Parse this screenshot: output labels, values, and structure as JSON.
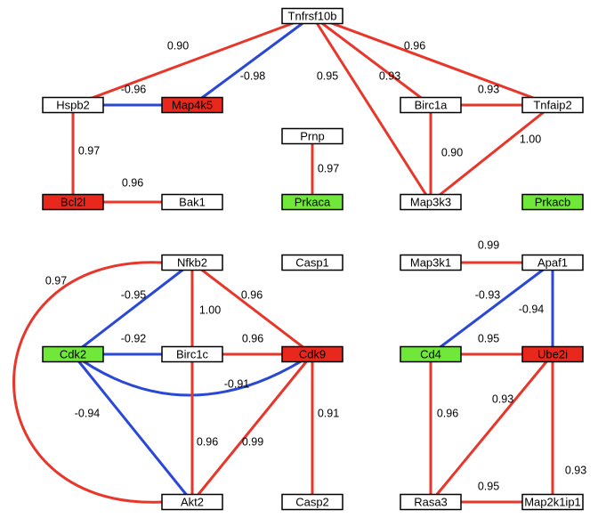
{
  "colors": {
    "positive_edge": "#e8372a",
    "negative_edge": "#2a48d8",
    "node_default": "#ffffff",
    "node_red": "#e8281c",
    "node_green": "#6fe83a"
  },
  "nodes": [
    {
      "id": "tnfrsf10b",
      "label": "Tnfrsf10b",
      "fill": "white"
    },
    {
      "id": "hspb2",
      "label": "Hspb2",
      "fill": "white"
    },
    {
      "id": "map4k5",
      "label": "Map4k5",
      "fill": "red"
    },
    {
      "id": "birc1a",
      "label": "Birc1a",
      "fill": "white"
    },
    {
      "id": "tnfaip2",
      "label": "Tnfaip2",
      "fill": "white"
    },
    {
      "id": "prnp",
      "label": "Prnp",
      "fill": "white"
    },
    {
      "id": "bcl2l",
      "label": "Bcl2l",
      "fill": "red"
    },
    {
      "id": "bak1",
      "label": "Bak1",
      "fill": "white"
    },
    {
      "id": "prkaca",
      "label": "Prkaca",
      "fill": "green"
    },
    {
      "id": "map3k3",
      "label": "Map3k3",
      "fill": "white"
    },
    {
      "id": "prkacb",
      "label": "Prkacb",
      "fill": "green"
    },
    {
      "id": "nfkb2",
      "label": "Nfkb2",
      "fill": "white"
    },
    {
      "id": "casp1",
      "label": "Casp1",
      "fill": "white"
    },
    {
      "id": "map3k1",
      "label": "Map3k1",
      "fill": "white"
    },
    {
      "id": "apaf1",
      "label": "Apaf1",
      "fill": "white"
    },
    {
      "id": "cdk2",
      "label": "Cdk2",
      "fill": "green"
    },
    {
      "id": "birc1c",
      "label": "Birc1c",
      "fill": "white"
    },
    {
      "id": "cdk9",
      "label": "Cdk9",
      "fill": "red"
    },
    {
      "id": "cd4",
      "label": "Cd4",
      "fill": "green"
    },
    {
      "id": "ube2i",
      "label": "Ube2i",
      "fill": "red"
    },
    {
      "id": "akt2",
      "label": "Akt2",
      "fill": "white"
    },
    {
      "id": "casp2",
      "label": "Casp2",
      "fill": "white"
    },
    {
      "id": "rasa3",
      "label": "Rasa3",
      "fill": "white"
    },
    {
      "id": "map2k1ip1",
      "label": "Map2k1ip1",
      "fill": "white"
    }
  ],
  "edges": [
    {
      "from": "tnfrsf10b",
      "to": "hspb2",
      "weight": "0.90",
      "sign": "positive"
    },
    {
      "from": "tnfrsf10b",
      "to": "map4k5",
      "weight": "-0.98",
      "sign": "negative"
    },
    {
      "from": "tnfrsf10b",
      "to": "map3k3",
      "weight": "0.95",
      "sign": "positive"
    },
    {
      "from": "tnfrsf10b",
      "to": "birc1a",
      "weight": "0.93",
      "sign": "positive"
    },
    {
      "from": "tnfrsf10b",
      "to": "tnfaip2",
      "weight": "0.96",
      "sign": "positive"
    },
    {
      "from": "hspb2",
      "to": "map4k5",
      "weight": "-0.96",
      "sign": "negative"
    },
    {
      "from": "hspb2",
      "to": "bcl2l",
      "weight": "0.97",
      "sign": "positive"
    },
    {
      "from": "bcl2l",
      "to": "bak1",
      "weight": "0.96",
      "sign": "positive"
    },
    {
      "from": "birc1a",
      "to": "tnfaip2",
      "weight": "0.93",
      "sign": "positive"
    },
    {
      "from": "birc1a",
      "to": "map3k3",
      "weight": "0.90",
      "sign": "positive"
    },
    {
      "from": "tnfaip2",
      "to": "map3k3",
      "weight": "1.00",
      "sign": "positive"
    },
    {
      "from": "prnp",
      "to": "prkaca",
      "weight": "0.97",
      "sign": "positive"
    },
    {
      "from": "nfkb2",
      "to": "cdk2",
      "weight": "-0.95",
      "sign": "negative"
    },
    {
      "from": "nfkb2",
      "to": "birc1c",
      "weight": "1.00",
      "sign": "positive"
    },
    {
      "from": "nfkb2",
      "to": "cdk9",
      "weight": "0.96",
      "sign": "positive"
    },
    {
      "from": "nfkb2",
      "to": "akt2",
      "weight": "0.97",
      "sign": "positive"
    },
    {
      "from": "cdk2",
      "to": "birc1c",
      "weight": "-0.92",
      "sign": "negative"
    },
    {
      "from": "birc1c",
      "to": "cdk9",
      "weight": "0.96",
      "sign": "positive"
    },
    {
      "from": "cdk2",
      "to": "cdk9",
      "weight": "-0.91",
      "sign": "negative"
    },
    {
      "from": "cdk2",
      "to": "akt2",
      "weight": "-0.94",
      "sign": "negative"
    },
    {
      "from": "birc1c",
      "to": "akt2",
      "weight": "0.96",
      "sign": "positive"
    },
    {
      "from": "cdk9",
      "to": "akt2",
      "weight": "0.99",
      "sign": "positive"
    },
    {
      "from": "cdk9",
      "to": "casp2",
      "weight": "0.91",
      "sign": "positive"
    },
    {
      "from": "map3k1",
      "to": "apaf1",
      "weight": "0.99",
      "sign": "positive"
    },
    {
      "from": "apaf1",
      "to": "cd4",
      "weight": "-0.93",
      "sign": "negative"
    },
    {
      "from": "apaf1",
      "to": "ube2i",
      "weight": "-0.94",
      "sign": "negative"
    },
    {
      "from": "cd4",
      "to": "ube2i",
      "weight": "0.95",
      "sign": "positive"
    },
    {
      "from": "cd4",
      "to": "rasa3",
      "weight": "0.96",
      "sign": "positive"
    },
    {
      "from": "ube2i",
      "to": "rasa3",
      "weight": "0.93",
      "sign": "positive"
    },
    {
      "from": "ube2i",
      "to": "map2k1ip1",
      "weight": "0.93",
      "sign": "positive"
    },
    {
      "from": "rasa3",
      "to": "map2k1ip1",
      "weight": "0.95",
      "sign": "positive"
    }
  ]
}
